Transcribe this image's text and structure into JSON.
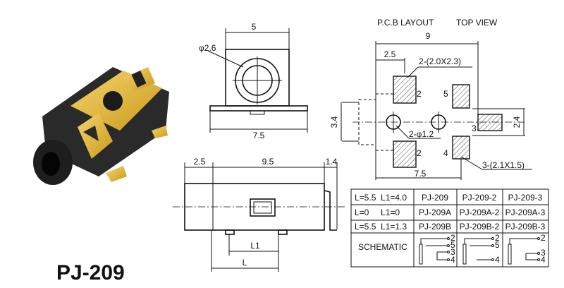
{
  "part_number": "PJ-209",
  "front_view": {
    "width_dim": "5",
    "hole_dim": "φ2.6",
    "flange_dim": "7.5"
  },
  "side_view": {
    "dim_left": "2.5",
    "dim_body": "9.5",
    "dim_right": "1.4",
    "l1_label": "L1",
    "l_label": "L"
  },
  "pcb": {
    "title": "P.C.B LAYOUT",
    "view": "TOP VIEW",
    "dim_total": "9",
    "dim_offset": "2.5",
    "pad_large_note": "2-(2.0X2.3)",
    "hole_note": "2-φ1.2",
    "pad_small_note": "3-(2.1X1.5)",
    "dim_height": "3.4",
    "dim_pad3": "2.4",
    "dim_bottom": "7.5",
    "pin_labels": [
      "2",
      "5",
      "3",
      "2",
      "4"
    ]
  },
  "table": {
    "rows": [
      [
        "L=5.5  L1=4.0",
        "PJ-209",
        "PJ-209-2",
        "PJ-209-3"
      ],
      [
        "L=0     L1=0",
        "PJ-209A",
        "PJ-209A-2",
        "PJ-209A-3"
      ],
      [
        "L=5.5  L1=1.3",
        "PJ-209B",
        "PJ-209B-2",
        "PJ-209B-3"
      ]
    ],
    "schematic_label": "SCHEMATIC",
    "schematic_pins": [
      [
        "2",
        "5",
        "3",
        "4"
      ],
      [
        "2",
        "5",
        "4"
      ],
      [
        "2",
        "3",
        "4"
      ]
    ]
  }
}
